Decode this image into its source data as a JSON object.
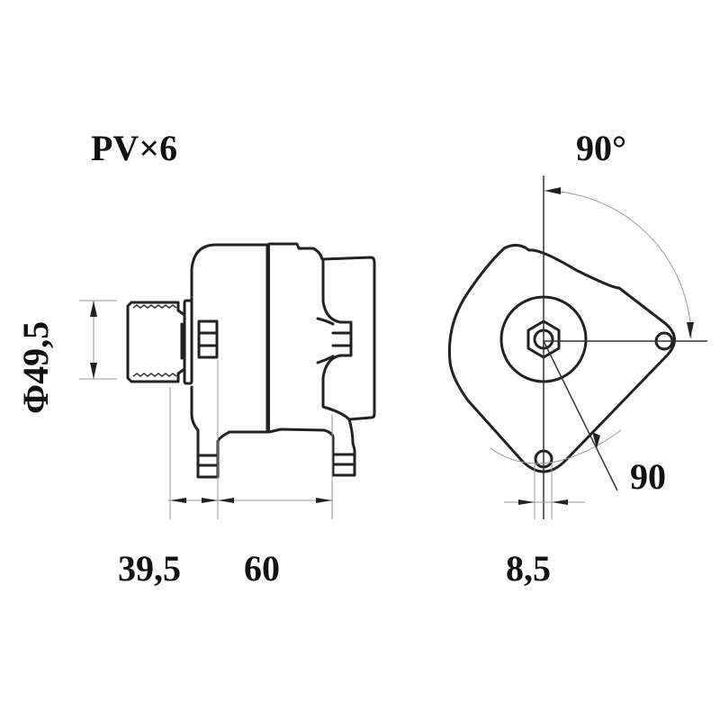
{
  "drawing": {
    "subject": "alternator technical drawing",
    "pulley_label": "PV×6",
    "pulley_diameter_label": "Φ49,5",
    "angle_label": "90°",
    "dimension_left_label": "39,5",
    "dimension_middle_label": "60",
    "dimension_hole_label": "8,5",
    "dimension_radius_label": "90"
  },
  "colors": {
    "line": "#222222",
    "dimension_line": "#999999",
    "background": "#ffffff"
  }
}
